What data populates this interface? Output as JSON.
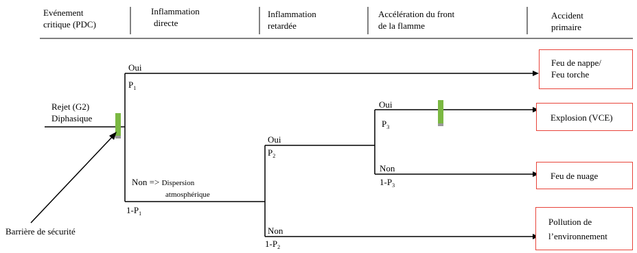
{
  "header": {
    "col1": [
      "Evénement",
      "critique (PDC)"
    ],
    "col2": [
      "Inflammation",
      "directe"
    ],
    "col3": [
      "Inflammation",
      "retardée"
    ],
    "col4": [
      "Accélération du front",
      "de la flamme"
    ],
    "col5": [
      "Accident",
      "primaire"
    ]
  },
  "event": [
    "Rejet (G2)",
    "Diphasique"
  ],
  "barrier": "Barrière de sécurité",
  "branches": {
    "oui1": "Oui",
    "p1": "P",
    "p1_sub": "1",
    "non1": "Non =>",
    "non1_note": [
      "Dispersion",
      "atmosphérique"
    ],
    "one_minus_p1": "1-P",
    "one_minus_p1_sub": "1",
    "oui2": "Oui",
    "p2": "P",
    "p2_sub": "2",
    "non2": "Non",
    "one_minus_p2": "1-P",
    "one_minus_p2_sub": "2",
    "oui3": "Oui",
    "p3": "P",
    "p3_sub": "3",
    "non3": "Non",
    "one_minus_p3": "1-P",
    "one_minus_p3_sub": "3"
  },
  "outcomes": {
    "fire_pool": [
      "Feu de nappe/",
      "Feu torche"
    ],
    "explosion": "Explosion (VCE)",
    "cloud_fire": "Feu de nuage",
    "pollution": [
      "Pollution de",
      "l’environnement"
    ]
  },
  "colors": {
    "box_border": "#e8443a",
    "barrier_green": "#7bb842",
    "barrier_gray": "#9a9a9a"
  }
}
